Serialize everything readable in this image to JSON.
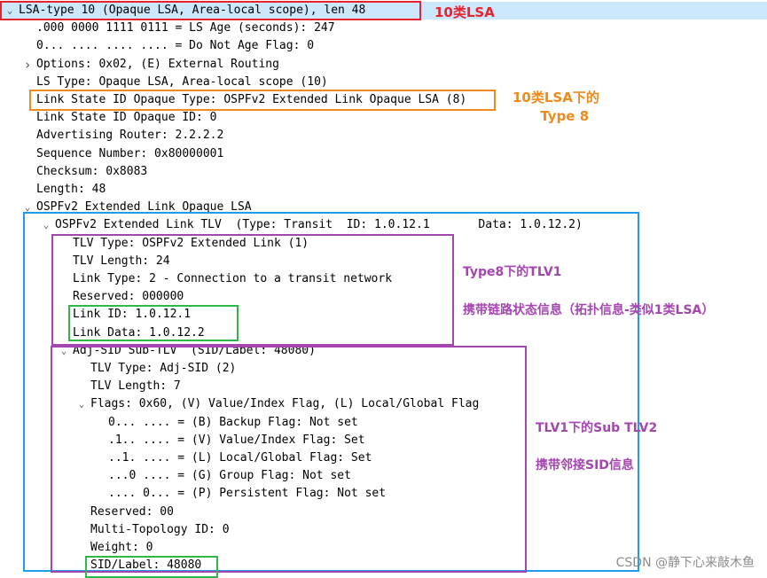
{
  "tree": {
    "rows": [
      {
        "text": "LSA-type 10 (Opaque LSA, Area-local scope), len 48",
        "toggle": "expanded"
      },
      {
        "text": ".000 0000 1111 0111 = LS Age (seconds): 247"
      },
      {
        "text": "0... .... .... .... = Do Not Age Flag: 0"
      },
      {
        "text": "Options: 0x02, (E) External Routing",
        "toggle": "collapsed"
      },
      {
        "text": "LS Type: Opaque LSA, Area-local scope (10)"
      },
      {
        "text": "Link State ID Opaque Type: OSPFv2 Extended Link Opaque LSA (8)"
      },
      {
        "text": "Link State ID Opaque ID: 0"
      },
      {
        "text": "Advertising Router: 2.2.2.2"
      },
      {
        "text": "Sequence Number: 0x80000001"
      },
      {
        "text": "Checksum: 0x8083"
      },
      {
        "text": "Length: 48"
      },
      {
        "text": "OSPFv2 Extended Link Opaque LSA",
        "toggle": "expanded"
      },
      {
        "text": "OSPFv2 Extended Link TLV  (Type: Transit  ID: 1.0.12.1       Data: 1.0.12.2)",
        "toggle": "expanded"
      },
      {
        "text": "TLV Type: OSPFv2 Extended Link (1)"
      },
      {
        "text": "TLV Length: 24"
      },
      {
        "text": "Link Type: 2 - Connection to a transit network"
      },
      {
        "text": "Reserved: 000000"
      },
      {
        "text": "Link ID: 1.0.12.1"
      },
      {
        "text": "Link Data: 1.0.12.2"
      },
      {
        "text": "Adj-SID Sub-TLV  (SID/Label: 48080)",
        "toggle": "expanded"
      },
      {
        "text": "TLV Type: Adj-SID (2)"
      },
      {
        "text": "TLV Length: 7"
      },
      {
        "text": "Flags: 0x60, (V) Value/Index Flag, (L) Local/Global Flag",
        "toggle": "expanded"
      },
      {
        "text": "0... .... = (B) Backup Flag: Not set"
      },
      {
        "text": ".1.. .... = (V) Value/Index Flag: Set"
      },
      {
        "text": "..1. .... = (L) Local/Global Flag: Set"
      },
      {
        "text": "...0 .... = (G) Group Flag: Not set"
      },
      {
        "text": ".... 0... = (P) Persistent Flag: Not set"
      },
      {
        "text": "Reserved: 00"
      },
      {
        "text": "Multi-Topology ID: 0"
      },
      {
        "text": "Weight: 0"
      },
      {
        "text": "SID/Label: 48080"
      }
    ]
  },
  "annotations": [
    {
      "text": "10类LSA",
      "color": "#e8222e"
    },
    {
      "text": "10类LSA下的\n      Type 8",
      "color": "#f08a1c"
    },
    {
      "text": "Type8下的TLV1",
      "color": "#a545b0"
    },
    {
      "text": "携带链路状态信息（拓扑信息-类似1类LSA）",
      "color": "#a545b0"
    },
    {
      "text": "TLV1下的Sub TLV2",
      "color": "#a545b0"
    },
    {
      "text": "携带邻接SID信息",
      "color": "#a545b0"
    }
  ],
  "colors": {
    "selection": "#cce8ff",
    "red": "#e8222e",
    "orange": "#f08a1c",
    "blue": "#1e9de8",
    "purple": "#a545b0",
    "green": "#2eb84a"
  },
  "watermark": "CSDN @静下心来敲木鱼"
}
